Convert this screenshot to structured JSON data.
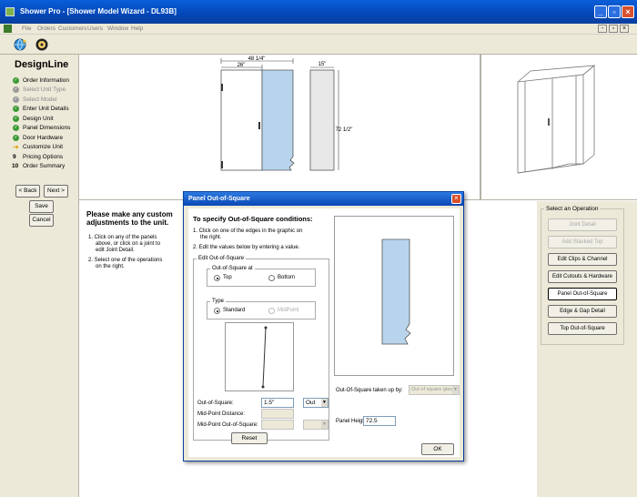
{
  "window": {
    "title": "Shower Pro - [Shower Model Wizard - DL93B]"
  },
  "menu": {
    "items": [
      "File",
      "Orders",
      "Customers",
      "Users",
      "Window",
      "Help"
    ]
  },
  "toolbar": {
    "buttons": [
      "globe-tool-icon",
      "sample-tool-icon"
    ]
  },
  "sidebar": {
    "brand": "DesignLine",
    "steps": [
      {
        "label": "Order Information",
        "status": "complete"
      },
      {
        "label": "Select Unit Type",
        "status": "disabled"
      },
      {
        "label": "Select Model",
        "status": "disabled"
      },
      {
        "label": "Enter Unit Details",
        "status": "complete"
      },
      {
        "label": "Design Unit",
        "status": "complete"
      },
      {
        "label": "Panel Dimensions",
        "status": "complete"
      },
      {
        "label": "Door Hardware",
        "status": "complete"
      },
      {
        "label": "Customize Unit",
        "status": "current"
      },
      {
        "label": "Pricing Options",
        "status": "numbered",
        "num": "9"
      },
      {
        "label": "Order Summary",
        "status": "numbered",
        "num": "10"
      }
    ],
    "back_label": "< Back",
    "next_label": "Next >",
    "save_label": "Save",
    "cancel_label": "Cancel"
  },
  "drawing": {
    "dim_total": "48 1/4\"",
    "dim_door": "26\"",
    "dim_side": "15\"",
    "dim_height": "72 1/2\""
  },
  "instructions": {
    "title": "Please make any custom adjustments to the unit.",
    "step1": [
      "1.  Click on any of the panels",
      "above, or click on a joint to",
      "edit Joint Detail."
    ],
    "step2": [
      "2.  Select one of the operations",
      "on the right."
    ]
  },
  "operations": {
    "caption": "Select an Operation",
    "buttons": [
      {
        "label": "Joint Detail",
        "enabled": false
      },
      {
        "label": "Add Stacked Top",
        "enabled": false
      },
      {
        "label": "Edit Clips & Channel",
        "enabled": true
      },
      {
        "label": "Edit Cutouts & Hardware",
        "enabled": true
      },
      {
        "label": "Panel Out-of-Square",
        "enabled": true,
        "active": true
      },
      {
        "label": "Edge & Gap Detail",
        "enabled": true
      },
      {
        "label": "Top Out-of-Square",
        "enabled": true
      }
    ]
  },
  "dialog": {
    "title": "Panel Out-of-Square",
    "heading": "To specify Out-of-Square conditions:",
    "step1": [
      "1.  Click on one of the edges in the graphic on",
      "the right."
    ],
    "step2": "2.  Edit the values below by entering a value.",
    "group_caption": "Edit Out-of-Square",
    "at_caption": "Out-of-Square at",
    "at_top": "Top",
    "at_bottom": "Bottom",
    "type_caption": "Type",
    "type_standard": "Standard",
    "type_midpoint": "MidPoint",
    "oos_label": "Out-of-Square:",
    "oos_value": "1.5\"",
    "oos_direction": "Out",
    "midpoint_distance_label": "Mid-Point Distance:",
    "midpoint_oos_label": "Mid-Point Out-of-Square:",
    "reset_label": "Reset",
    "taken_up_label": "Out-Of-Square taken up by:",
    "taken_up_value": "Out of square glass",
    "panel_height_label": "Panel Height:",
    "panel_height_value": "72.5",
    "ok_label": "OK"
  }
}
